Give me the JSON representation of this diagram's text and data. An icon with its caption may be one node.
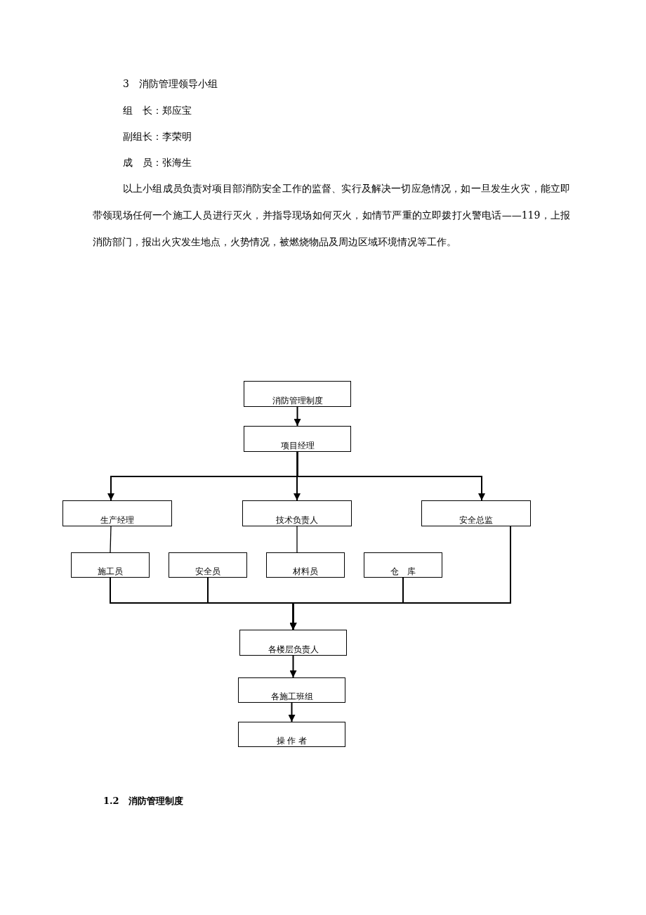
{
  "diagram": {
    "nodes": [
      {
        "text": [
          "消防管理制度"
        ]
      },
      {
        "text": [
          "项目经理"
        ]
      },
      {
        "text": [
          "生产经理"
        ]
      },
      {
        "text": [
          "技术负责人"
        ]
      },
      {
        "text": [
          "安全总监"
        ]
      },
      {
        "text": [
          "施工员"
        ]
      },
      {
        "text": [
          "安全员"
        ]
      },
      {
        "text": [
          "材料员"
        ]
      },
      {
        "text": [
          "仓　库"
        ]
      },
      {
        "text": [
          "各楼层负责人"
        ]
      },
      {
        "text": [
          "各施工班组"
        ]
      },
      {
        "text": [
          "操 作 者"
        ]
      }
    ],
    "edges": [
      {
        "from": 0,
        "to": 1,
        "arrow": "to"
      },
      {
        "from": 1,
        "to": 2,
        "arrow": "to"
      },
      {
        "from": 1,
        "to": 3,
        "arrow": "to"
      },
      {
        "from": 1,
        "to": 4,
        "arrow": "to"
      },
      {
        "from": 2,
        "to": 5,
        "arrow": "none"
      },
      {
        "from": 3,
        "to": 7,
        "arrow": "none"
      },
      {
        "from": 5,
        "to": 9,
        "arrow": "to"
      },
      {
        "from": 6,
        "to": 9,
        "arrow": "to"
      },
      {
        "from": 8,
        "to": 9,
        "arrow": "to"
      },
      {
        "from": 4,
        "to": 9,
        "arrow": "to"
      },
      {
        "from": 9,
        "to": 10,
        "arrow": "to"
      },
      {
        "from": 10,
        "to": 11,
        "arrow": "to"
      }
    ],
    "labels": [
      "3　消防管理领导小组",
      "组　长：郑应宝",
      "副组长：李荣明",
      "成　员：张海生",
      "以上小组成员负责对项目部消防安全工作的监督、实行及解决一切应急情况，如一旦发生火灾，能立即带领现场任何一个施工人员进行灭火，并指导现场如何灭火，如情节严重的立即拨打火警电话——119，上报消防部门，报出火灾发生地点，火势情况，被燃烧物品及周边区域环境情况等工作。",
      "1.2　消防管理制度"
    ]
  }
}
